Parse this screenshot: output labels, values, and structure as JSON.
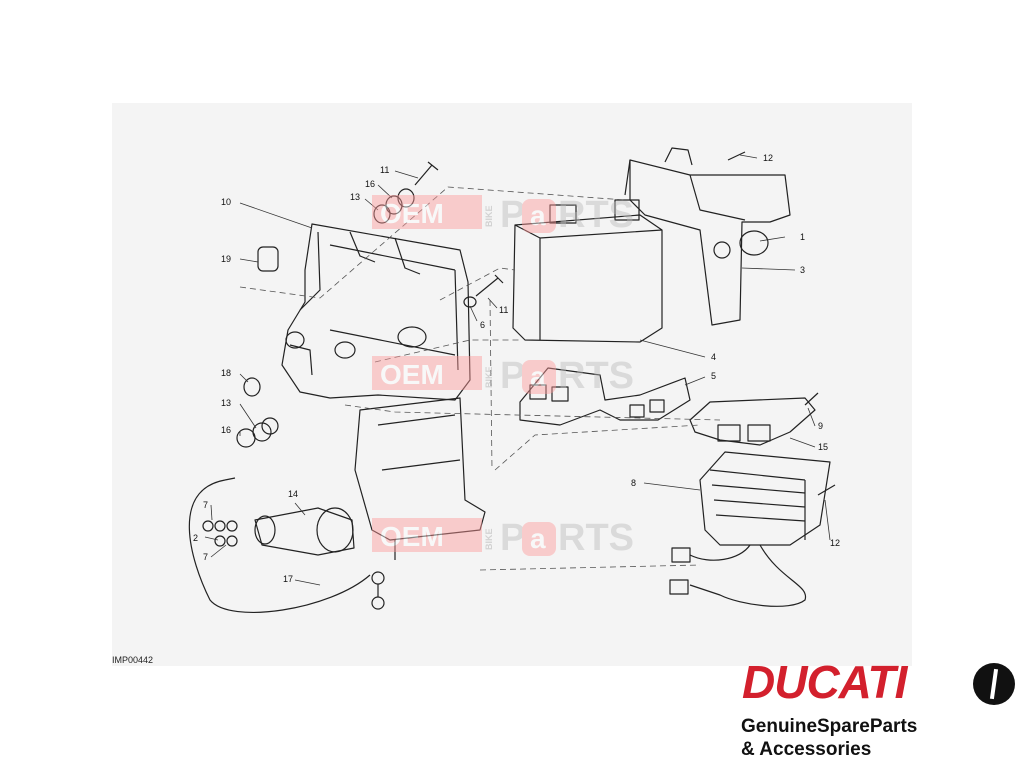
{
  "diagram": {
    "reference_code": "IMP00442",
    "callouts": [
      {
        "id": "c1",
        "label": "1"
      },
      {
        "id": "c2",
        "label": "2"
      },
      {
        "id": "c3",
        "label": "3"
      },
      {
        "id": "c4",
        "label": "4"
      },
      {
        "id": "c5",
        "label": "5"
      },
      {
        "id": "c6",
        "label": "6"
      },
      {
        "id": "c7a",
        "label": "7"
      },
      {
        "id": "c7b",
        "label": "7"
      },
      {
        "id": "c8",
        "label": "8"
      },
      {
        "id": "c9",
        "label": "9"
      },
      {
        "id": "c10",
        "label": "10"
      },
      {
        "id": "c11a",
        "label": "11"
      },
      {
        "id": "c11b",
        "label": "11"
      },
      {
        "id": "c12a",
        "label": "12"
      },
      {
        "id": "c12b",
        "label": "12"
      },
      {
        "id": "c13a",
        "label": "13"
      },
      {
        "id": "c13b",
        "label": "13"
      },
      {
        "id": "c14",
        "label": "14"
      },
      {
        "id": "c15",
        "label": "15"
      },
      {
        "id": "c16a",
        "label": "16"
      },
      {
        "id": "c16b",
        "label": "16"
      },
      {
        "id": "c17",
        "label": "17"
      },
      {
        "id": "c18",
        "label": "18"
      },
      {
        "id": "c19",
        "label": "19"
      }
    ]
  },
  "watermark": {
    "text_left": "OEM",
    "text_vertical": "BIKE",
    "text_right_a": "P",
    "text_right_b": "a",
    "text_right_c": "RTS"
  },
  "branding": {
    "logo_text": "DUCATI",
    "tagline_line1": "GenuineSpareParts",
    "tagline_line2": "& Accessories",
    "logo_color": "#d3202d"
  }
}
